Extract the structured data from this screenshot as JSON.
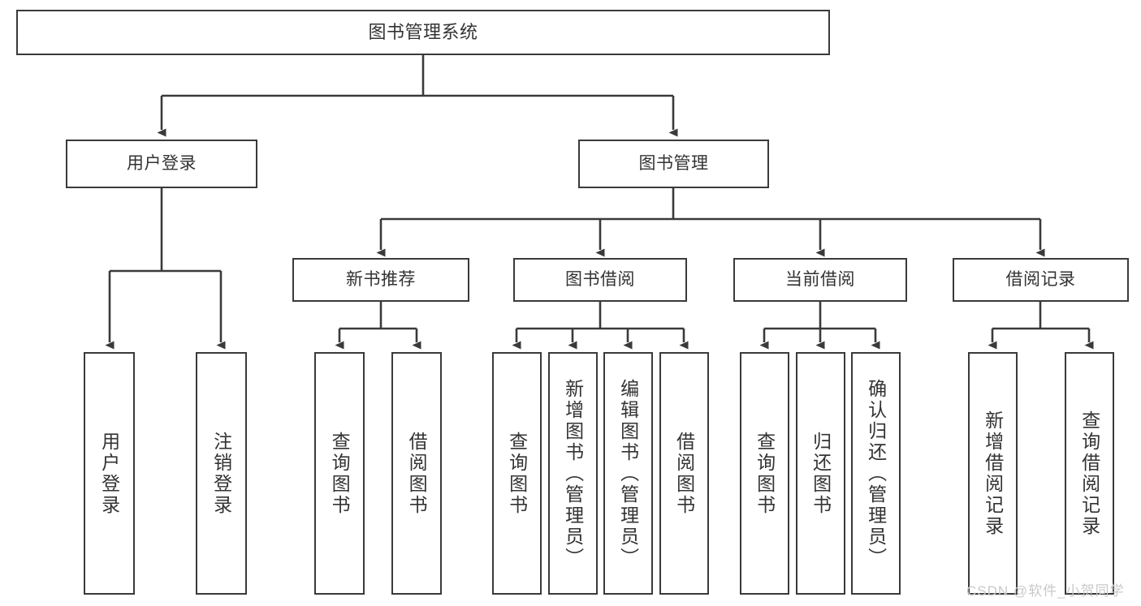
{
  "diagram": {
    "title": "图书管理系统",
    "type": "hierarchy-tree",
    "levels": 4,
    "colors": {
      "box_border": "#3a3a3a",
      "box_fill": "#ffffff",
      "connector": "#3a3a3a",
      "text": "#333333",
      "watermark": "#c9c9c9"
    },
    "nodes": {
      "root": {
        "label": "图书管理系统"
      },
      "level1": [
        {
          "id": "user-login",
          "label": "用户登录"
        },
        {
          "id": "book-management",
          "label": "图书管理"
        }
      ],
      "level2": [
        {
          "id": "new-book-recommend",
          "label": "新书推荐"
        },
        {
          "id": "book-borrow",
          "label": "图书借阅"
        },
        {
          "id": "current-borrow",
          "label": "当前借阅"
        },
        {
          "id": "borrow-record",
          "label": "借阅记录"
        }
      ],
      "leaves": {
        "user-login": [
          {
            "id": "leaf-user-login",
            "label": "用户登录"
          },
          {
            "id": "leaf-logout",
            "label": "注销登录"
          }
        ],
        "new-book-recommend": [
          {
            "id": "leaf-query-book-1",
            "label": "查询图书"
          },
          {
            "id": "leaf-borrow-book-1",
            "label": "借阅图书"
          }
        ],
        "book-borrow": [
          {
            "id": "leaf-query-book-2",
            "label": "查询图书"
          },
          {
            "id": "leaf-add-book",
            "label": "新增图书（管理员）"
          },
          {
            "id": "leaf-edit-book",
            "label": "编辑图书（管理员）"
          },
          {
            "id": "leaf-borrow-book-2",
            "label": "借阅图书"
          }
        ],
        "current-borrow": [
          {
            "id": "leaf-query-book-3",
            "label": "查询图书"
          },
          {
            "id": "leaf-return-book",
            "label": "归还图书"
          },
          {
            "id": "leaf-confirm-return",
            "label": "确认归还（管理员）"
          }
        ],
        "borrow-record": [
          {
            "id": "leaf-add-record",
            "label": "新增借阅记录"
          },
          {
            "id": "leaf-query-record",
            "label": "查询借阅记录"
          }
        ]
      }
    },
    "watermark": "CSDN @软件_小贺同学"
  }
}
